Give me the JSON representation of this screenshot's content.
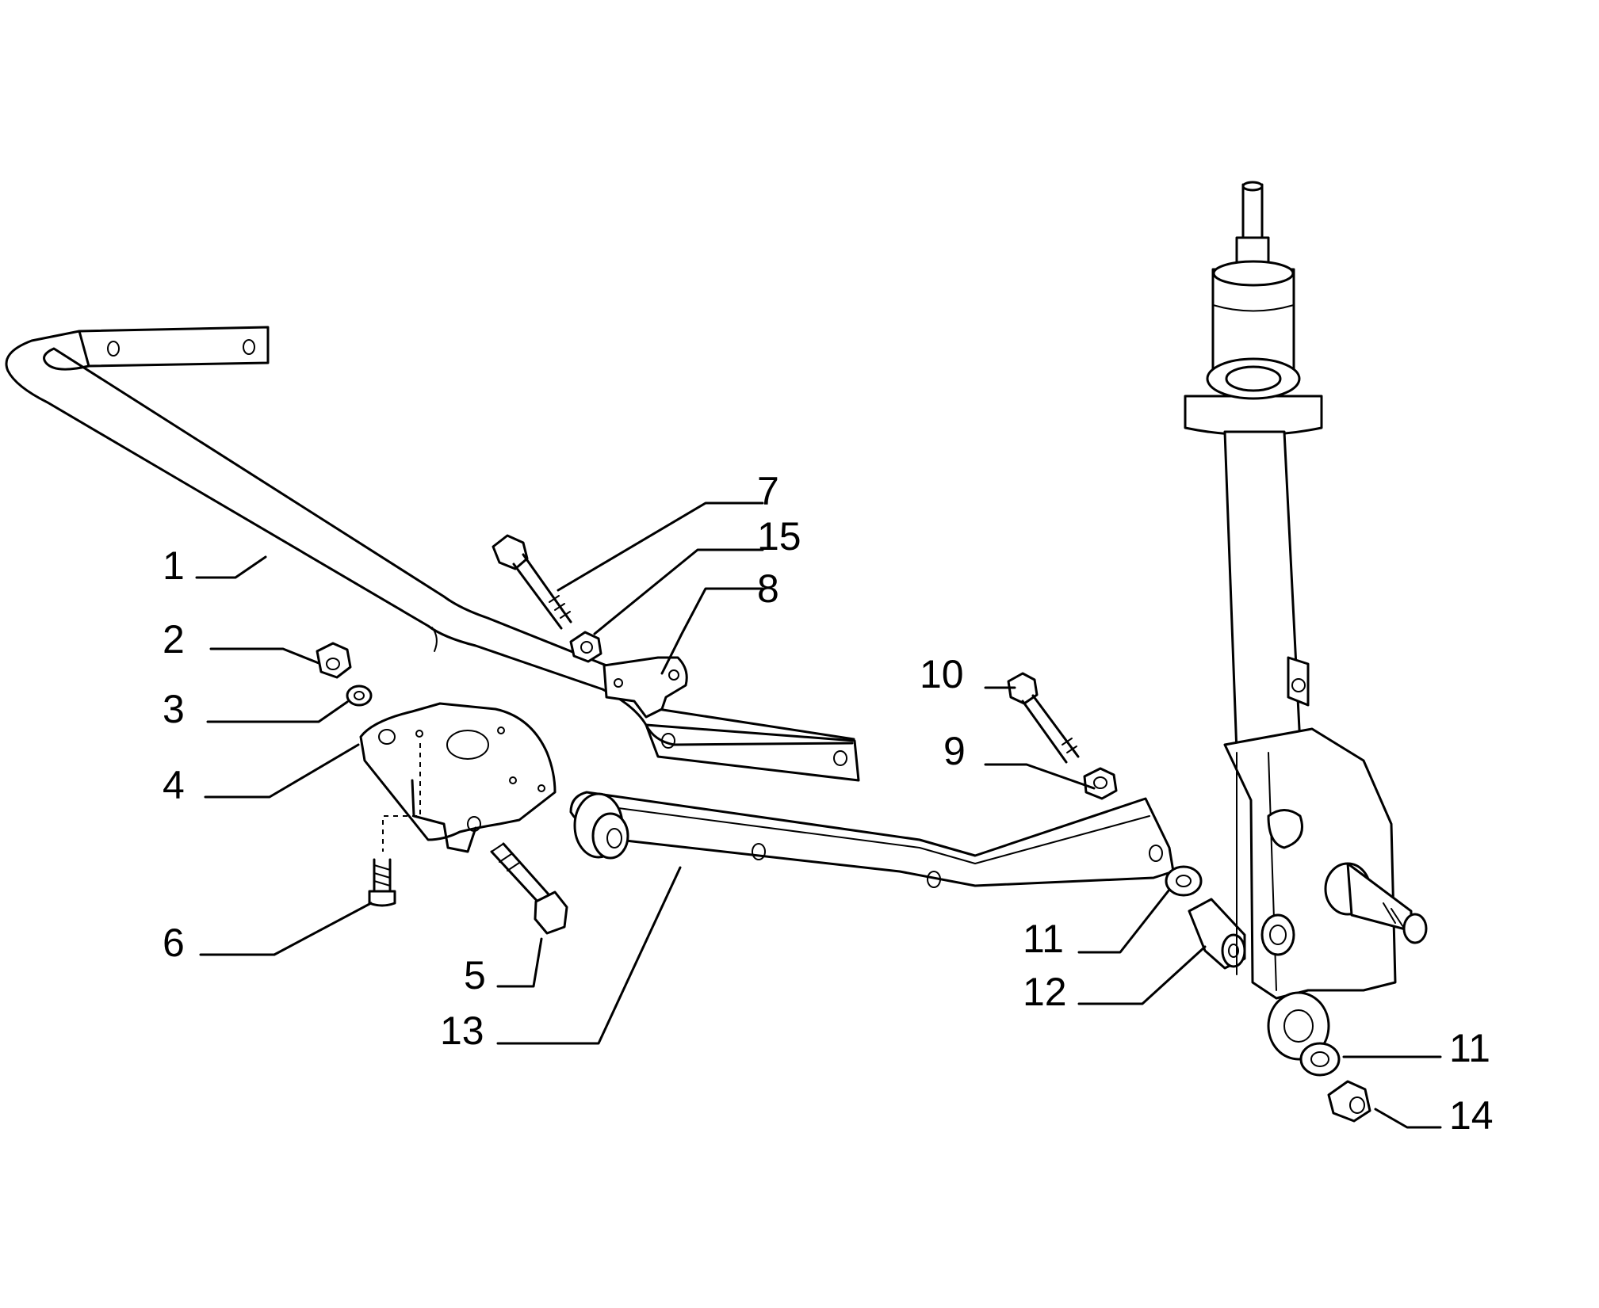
{
  "diagram": {
    "type": "exploded-parts-diagram",
    "callouts": [
      {
        "id": "1",
        "label": "1"
      },
      {
        "id": "2",
        "label": "2"
      },
      {
        "id": "3",
        "label": "3"
      },
      {
        "id": "4",
        "label": "4"
      },
      {
        "id": "5",
        "label": "5"
      },
      {
        "id": "6",
        "label": "6"
      },
      {
        "id": "7",
        "label": "7"
      },
      {
        "id": "8",
        "label": "8"
      },
      {
        "id": "9",
        "label": "9"
      },
      {
        "id": "10",
        "label": "10"
      },
      {
        "id": "11a",
        "label": "11"
      },
      {
        "id": "11b",
        "label": "11"
      },
      {
        "id": "12",
        "label": "12"
      },
      {
        "id": "13",
        "label": "13"
      },
      {
        "id": "14",
        "label": "14"
      },
      {
        "id": "15",
        "label": "15"
      }
    ],
    "colors": {
      "line": "#000000",
      "background": "#ffffff"
    }
  }
}
